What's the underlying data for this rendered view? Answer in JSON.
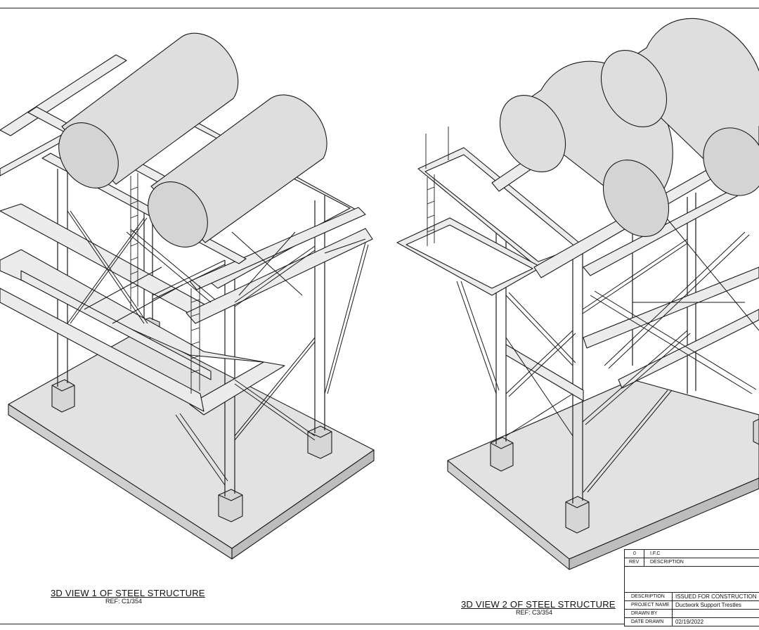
{
  "views": [
    {
      "title": "3D VIEW 1 OF STEEL STRUCTURE",
      "ref": "REF: C1/354"
    },
    {
      "title": "3D VIEW 2 OF STEEL STRUCTURE",
      "ref": "REF: C3/354"
    }
  ],
  "title_block": {
    "rev_number": "0",
    "rev_text": "I.F.C",
    "rev_header": "REV",
    "desc_header": "DESCRIPTION",
    "description_label": "DESCRIPTION",
    "description_value": "ISSUED FOR CONSTRUCTION",
    "project_label": "PROJECT NAME",
    "project_value": "Ductwork Support Trestles",
    "drawn_by_label": "DRAWN BY",
    "drawn_by_value": "",
    "date_label": "DATE DRAWN",
    "date_value": "02/19/2022"
  },
  "colors": {
    "line": "#1a1a1a",
    "fill_gray": "#d9d9d9",
    "fill_light": "#e6e6e6",
    "paper": "#ffffff"
  }
}
